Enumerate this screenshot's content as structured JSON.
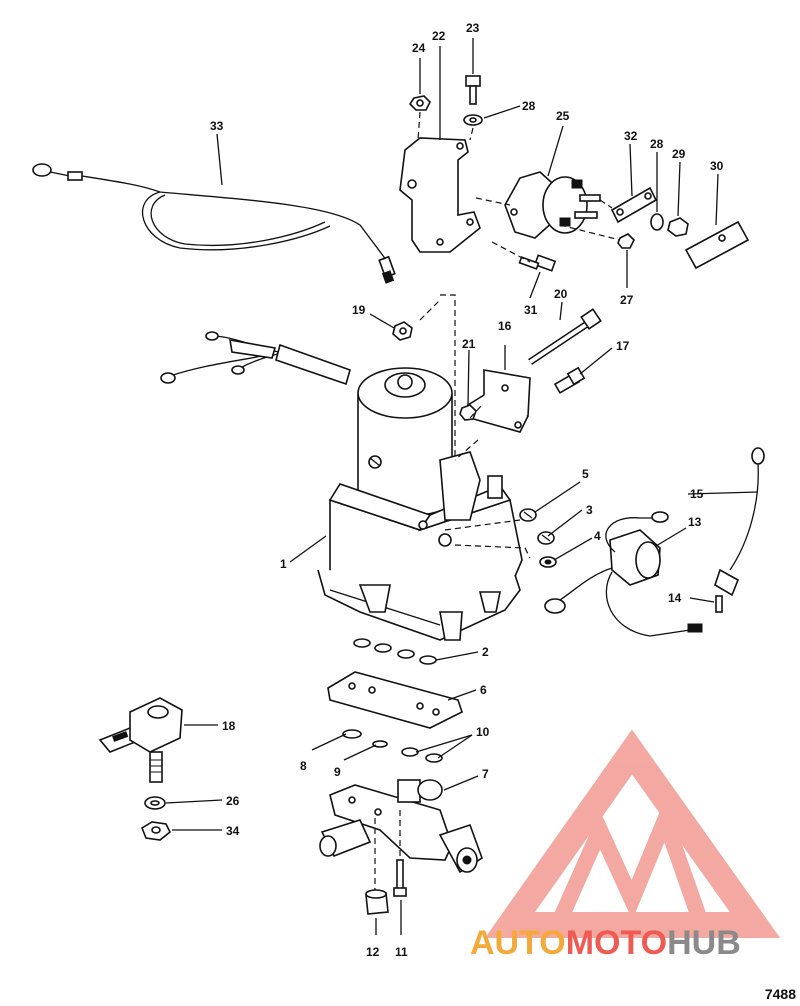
{
  "callouts": [
    {
      "id": "c1",
      "text": "1"
    },
    {
      "id": "c2",
      "text": "2"
    },
    {
      "id": "c3",
      "text": "3"
    },
    {
      "id": "c4",
      "text": "4"
    },
    {
      "id": "c5",
      "text": "5"
    },
    {
      "id": "c6",
      "text": "6"
    },
    {
      "id": "c7",
      "text": "7"
    },
    {
      "id": "c8",
      "text": "8"
    },
    {
      "id": "c9",
      "text": "9"
    },
    {
      "id": "c10",
      "text": "10"
    },
    {
      "id": "c11",
      "text": "11"
    },
    {
      "id": "c12",
      "text": "12"
    },
    {
      "id": "c13",
      "text": "13"
    },
    {
      "id": "c14",
      "text": "14"
    },
    {
      "id": "c15",
      "text": "15"
    },
    {
      "id": "c16",
      "text": "16"
    },
    {
      "id": "c17",
      "text": "17"
    },
    {
      "id": "c18",
      "text": "18"
    },
    {
      "id": "c19",
      "text": "19"
    },
    {
      "id": "c20",
      "text": "20"
    },
    {
      "id": "c21",
      "text": "21"
    },
    {
      "id": "c22",
      "text": "22"
    },
    {
      "id": "c23",
      "text": "23"
    },
    {
      "id": "c24",
      "text": "24"
    },
    {
      "id": "c25",
      "text": "25"
    },
    {
      "id": "c26",
      "text": "26"
    },
    {
      "id": "c27",
      "text": "27"
    },
    {
      "id": "c28a",
      "text": "28"
    },
    {
      "id": "c28b",
      "text": "28"
    },
    {
      "id": "c29",
      "text": "29"
    },
    {
      "id": "c30",
      "text": "30"
    },
    {
      "id": "c31",
      "text": "31"
    },
    {
      "id": "c32",
      "text": "32"
    },
    {
      "id": "c33",
      "text": "33"
    },
    {
      "id": "c34",
      "text": "34"
    }
  ],
  "diagram_id": "7488",
  "watermark": {
    "word_a": "AUTO",
    "word_b": "MOTO",
    "word_c": "HUB",
    "color_a": "#f4a93b",
    "color_b": "#ef5b52",
    "color_c": "#8a8a8a"
  }
}
